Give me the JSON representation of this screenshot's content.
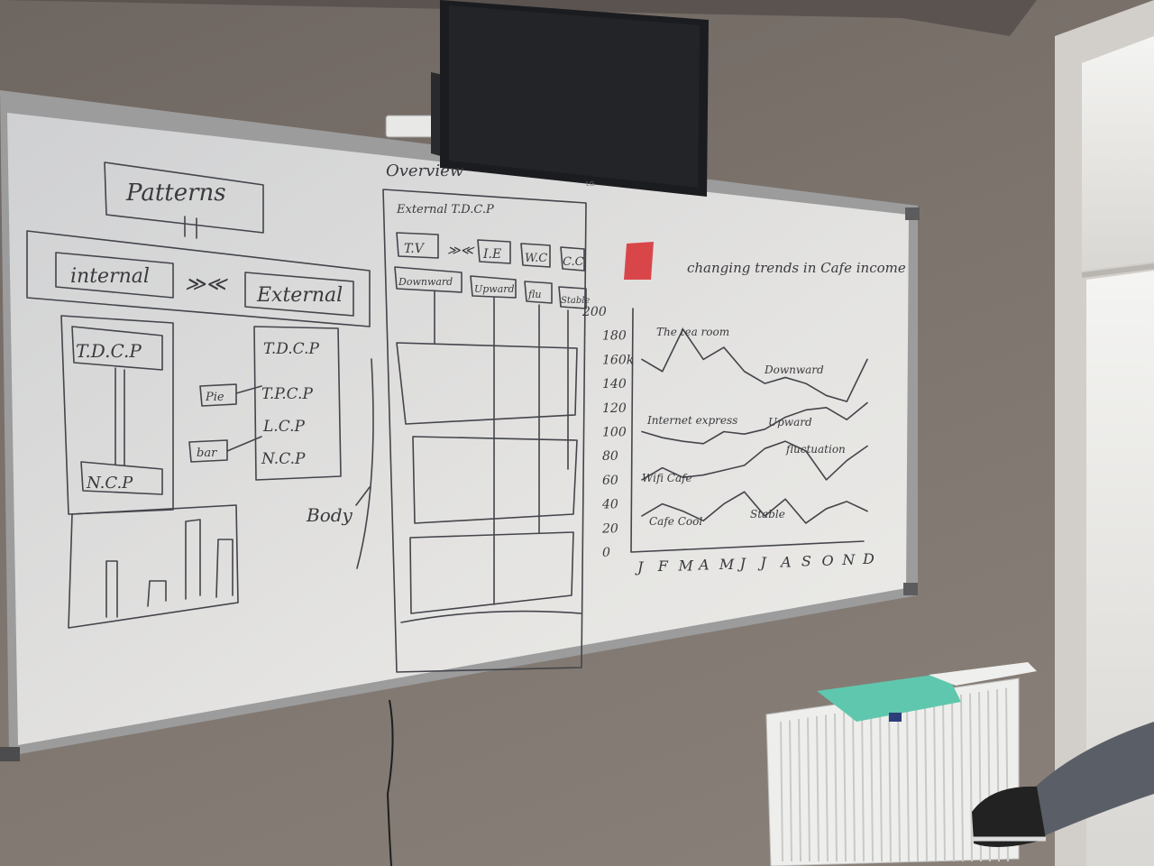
{
  "colors": {
    "wall": "#7a716a",
    "board": "#e2e1df",
    "frame": "#9a9a9a",
    "ink": "#3a3a3e",
    "tv": "#1b1c20",
    "eraser": "#d9464a",
    "folder": "#5fc7ad"
  },
  "icons": {
    "tv": "tv-icon",
    "eraser": "eraser-icon",
    "radiator": "radiator-icon",
    "power-strip": "power-strip-icon",
    "shoe": "sneaker-icon"
  },
  "patterns": {
    "title": "Patterns",
    "internal": "internal",
    "connector": "≫≪",
    "external": "External",
    "internal_stack": [
      "T.D.C.P",
      "N.C.P"
    ],
    "external_stack": [
      "T.D.C.P",
      "T.P.C.P",
      "L.C.P",
      "N.C.P"
    ],
    "pie_label": "Pie",
    "bar_label": "bar",
    "body_label": "Body"
  },
  "overview": {
    "title": "Overview",
    "external_label": "External T.D.C.P",
    "boxes": [
      "T.V",
      "I.E",
      "W.C",
      "C.C"
    ],
    "tags": [
      "Downward",
      "Upward",
      "flu",
      "Stable"
    ]
  },
  "trend": {
    "title": "changing trends in Cafe income",
    "y_ticks": [
      "0",
      "20",
      "40",
      "60",
      "80",
      "100",
      "120",
      "140",
      "160k",
      "180",
      "200"
    ],
    "months": [
      "J",
      "F",
      "M",
      "A",
      "M",
      "J",
      "J",
      "A",
      "S",
      "O",
      "N",
      "D"
    ],
    "labels": {
      "tea_room": "The tea room",
      "downward": "Downward",
      "internet": "Internet express",
      "upward": "Upward",
      "fluctuation": "fluctuation",
      "wifi": "Wifi Cafe",
      "cafe_cool": "Cafe Cool",
      "stable": "Stable"
    }
  },
  "chart_data": {
    "type": "line",
    "title": "changing trends in Cafe income",
    "x": [
      "J",
      "F",
      "M",
      "A",
      "M",
      "J",
      "J",
      "A",
      "S",
      "O",
      "N",
      "D"
    ],
    "ylim": [
      0,
      200
    ],
    "series": [
      {
        "name": "The tea room",
        "values": [
          160,
          150,
          185,
          160,
          170,
          150,
          140,
          145,
          140,
          130,
          125,
          160
        ]
      },
      {
        "name": "Internet express",
        "values": [
          100,
          95,
          92,
          90,
          100,
          98,
          102,
          112,
          118,
          120,
          110,
          124
        ]
      },
      {
        "name": "Wifi Cafe",
        "values": [
          60,
          70,
          62,
          64,
          68,
          72,
          86,
          92,
          84,
          60,
          76,
          88
        ]
      },
      {
        "name": "Cafe Cool",
        "values": [
          30,
          40,
          34,
          26,
          40,
          50,
          30,
          44,
          24,
          36,
          42,
          34
        ]
      }
    ]
  }
}
